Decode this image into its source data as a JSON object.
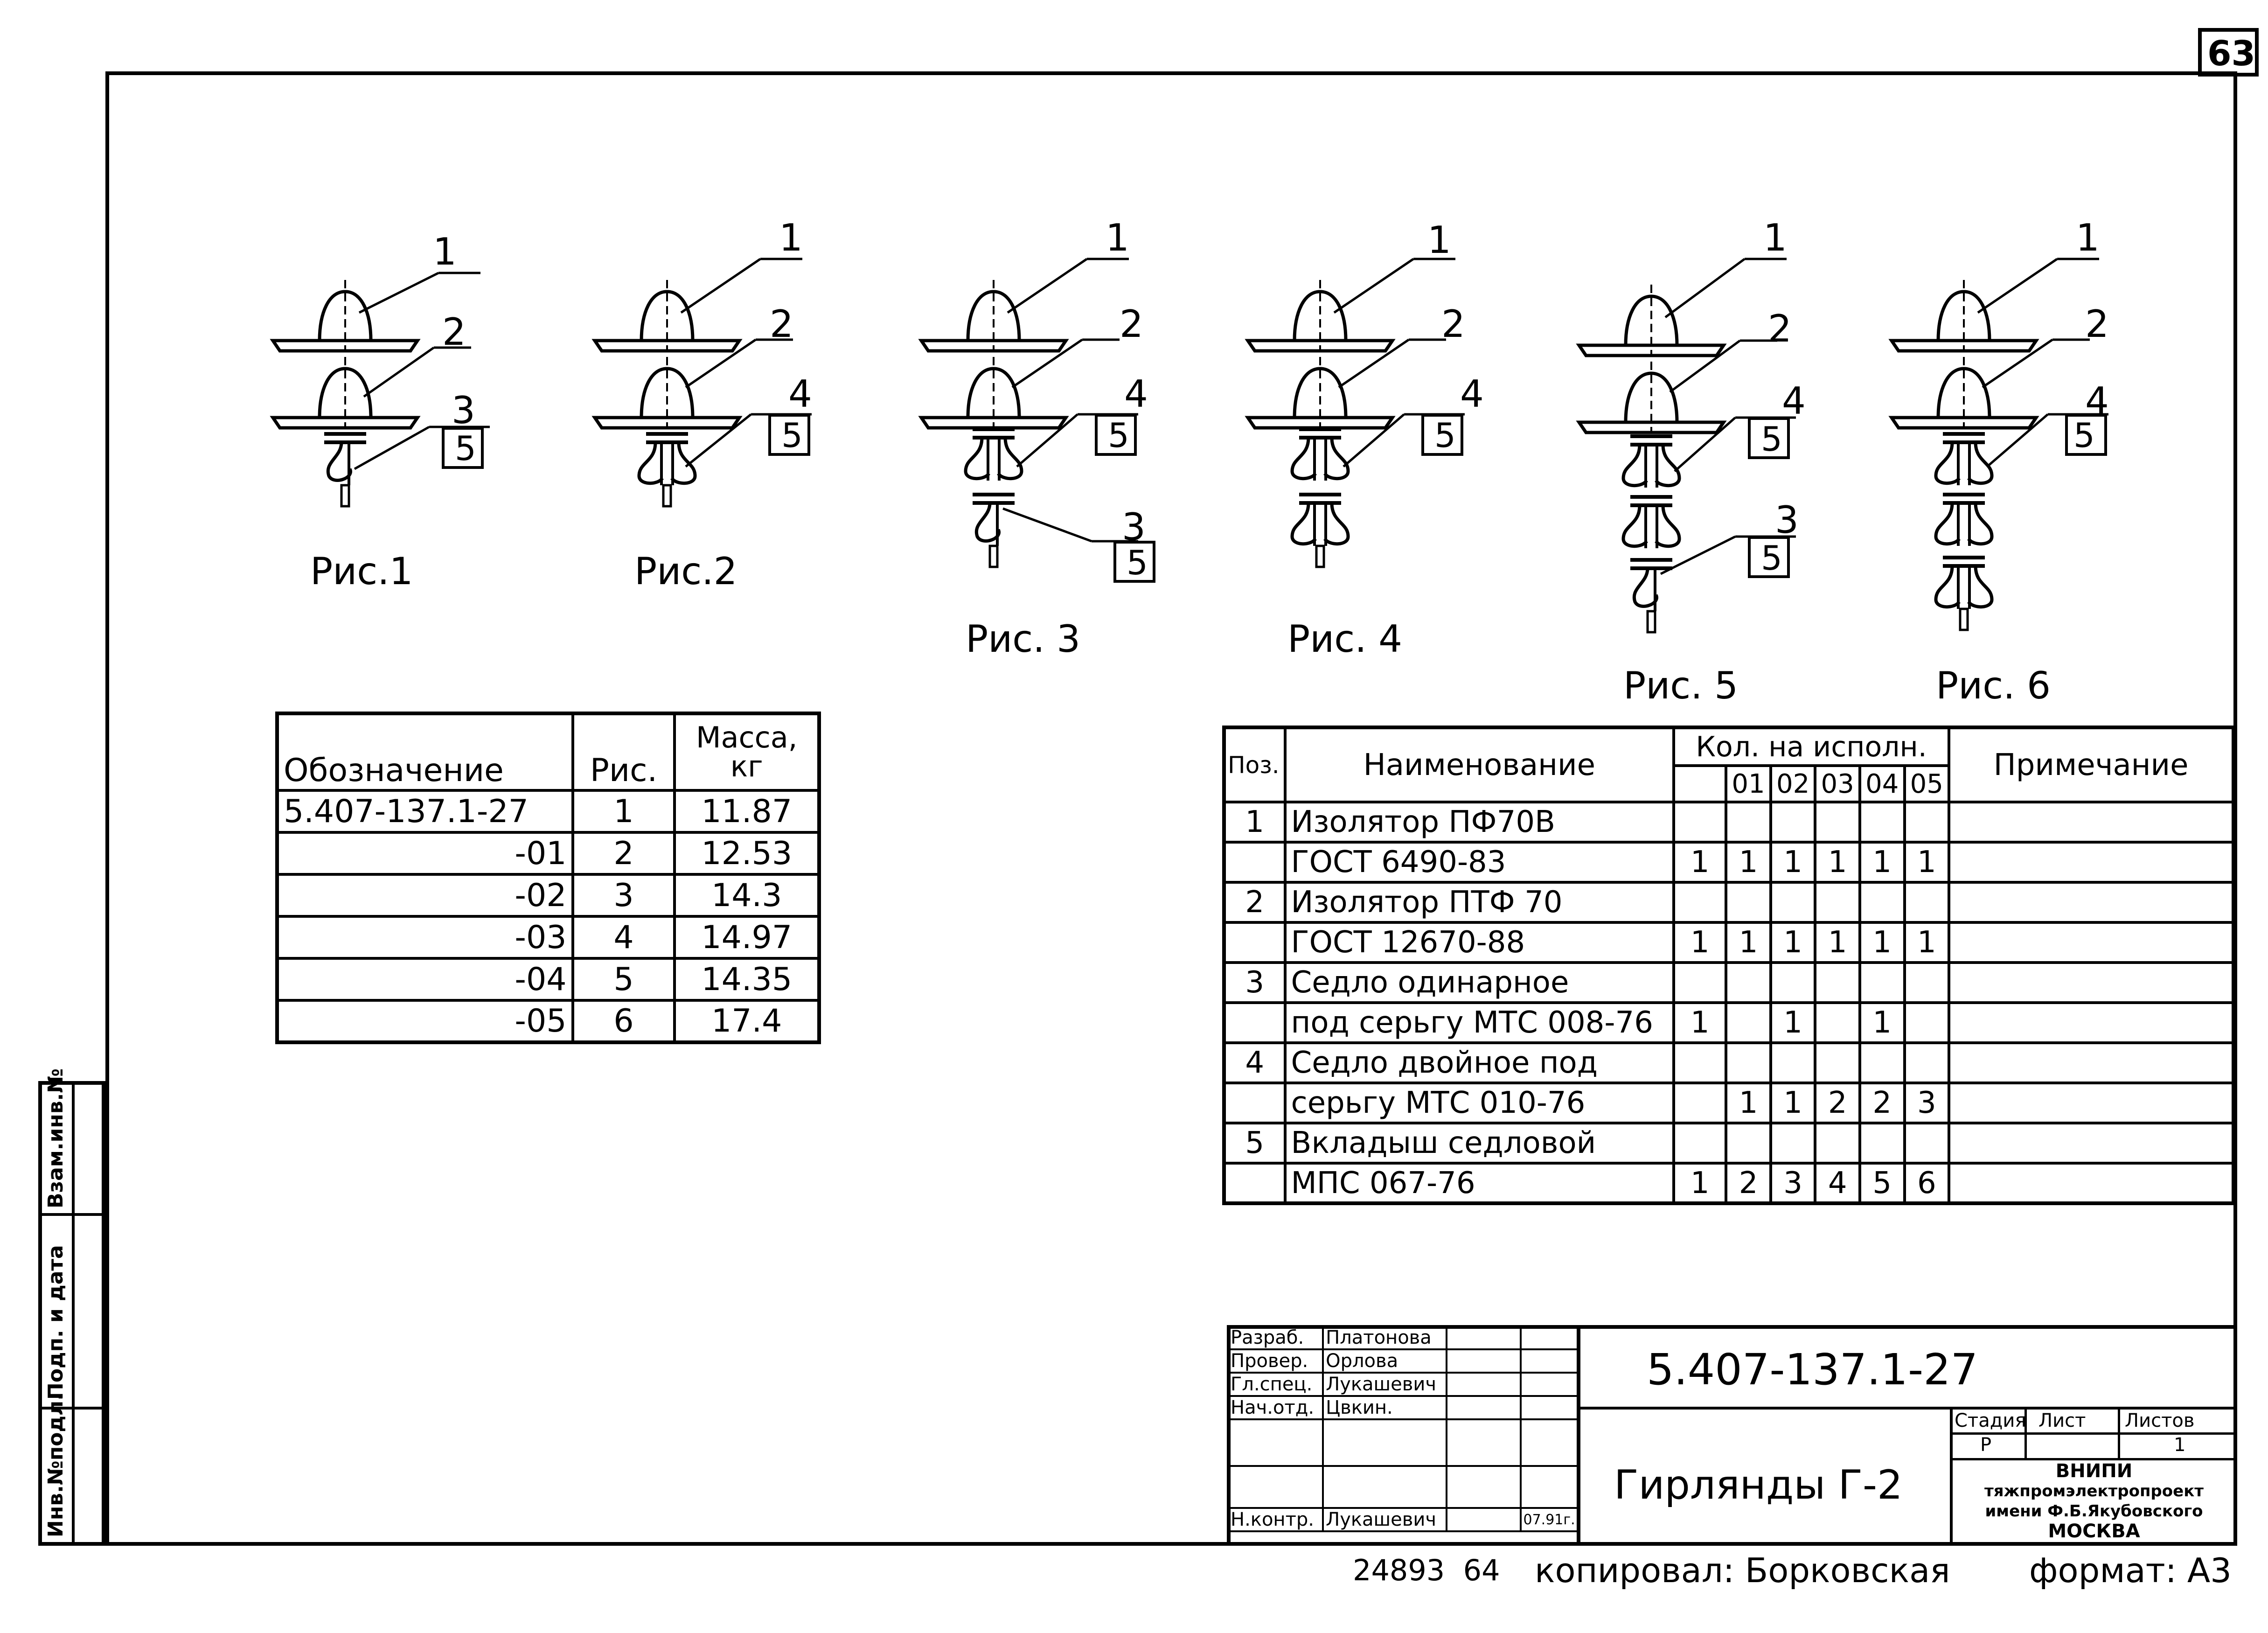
{
  "sheet": {
    "page_number": "63",
    "bottom_numbers": "24893  64",
    "copied_by": "копировал: Борковская",
    "format": "формат: А3"
  },
  "side_stamp": {
    "cells": [
      "Инв.№подл.",
      "Подп. и дата",
      "Взам.инв.№"
    ]
  },
  "figures": [
    {
      "caption": "Рис.1",
      "labels": [
        "1",
        "2",
        "3",
        "5"
      ]
    },
    {
      "caption": "Рис.2",
      "labels": [
        "1",
        "2",
        "4",
        "5"
      ]
    },
    {
      "caption": "Рис. 3",
      "labels": [
        "1",
        "2",
        "4",
        "5",
        "3",
        "5"
      ]
    },
    {
      "caption": "Рис. 4",
      "labels": [
        "1",
        "2",
        "4",
        "5"
      ]
    },
    {
      "caption": "Рис. 5",
      "labels": [
        "1",
        "2",
        "4",
        "5",
        "3",
        "5"
      ]
    },
    {
      "caption": "Рис. 6",
      "labels": [
        "1",
        "2",
        "4",
        "5"
      ]
    }
  ],
  "mass_table": {
    "headers": [
      "Обозначение",
      "Рис.",
      "Масса, кг"
    ],
    "rows": [
      [
        "5.407-137.1-27",
        "1",
        "11.87"
      ],
      [
        "-01",
        "2",
        "12.53"
      ],
      [
        "-02",
        "3",
        "14.3"
      ],
      [
        "-03",
        "4",
        "14.97"
      ],
      [
        "-04",
        "5",
        "14.35"
      ],
      [
        "-05",
        "6",
        "17.4"
      ]
    ]
  },
  "spec_table": {
    "headers": {
      "pos": "Поз.",
      "name": "Наименование",
      "qty": "Кол. на исполн.",
      "note": "Примечание",
      "variants": [
        "",
        "01",
        "02",
        "03",
        "04",
        "05"
      ]
    },
    "rows": [
      {
        "pos": "1",
        "name": "Изолятор ПФ70В",
        "q": [
          "",
          "",
          "",
          "",
          "",
          ""
        ]
      },
      {
        "pos": "",
        "name": "ГОСТ 6490-83",
        "q": [
          "1",
          "1",
          "1",
          "1",
          "1",
          "1"
        ]
      },
      {
        "pos": "2",
        "name": "Изолятор ПТФ 70",
        "q": [
          "",
          "",
          "",
          "",
          "",
          ""
        ]
      },
      {
        "pos": "",
        "name": "ГОСТ 12670-88",
        "q": [
          "1",
          "1",
          "1",
          "1",
          "1",
          "1"
        ]
      },
      {
        "pos": "3",
        "name": "Седло одинарное",
        "q": [
          "",
          "",
          "",
          "",
          "",
          ""
        ]
      },
      {
        "pos": "",
        "name": "под серьгу МТС 008-76",
        "q": [
          "1",
          "",
          "1",
          "",
          "1",
          ""
        ]
      },
      {
        "pos": "4",
        "name": "Седло двойное под",
        "q": [
          "",
          "",
          "",
          "",
          "",
          ""
        ]
      },
      {
        "pos": "",
        "name": "серьгу МТС 010-76",
        "q": [
          "",
          "1",
          "1",
          "2",
          "2",
          "3"
        ]
      },
      {
        "pos": "5",
        "name": "Вкладыш седловой",
        "q": [
          "",
          "",
          "",
          "",
          "",
          ""
        ]
      },
      {
        "pos": "",
        "name": "МПС 067-76",
        "q": [
          "1",
          "2",
          "3",
          "4",
          "5",
          "6"
        ]
      }
    ]
  },
  "title_block": {
    "roles": [
      {
        "role": "Разраб.",
        "name": "Платонова",
        "date": ""
      },
      {
        "role": "Провер.",
        "name": "Орлова",
        "date": ""
      },
      {
        "role": "Гл.спец.",
        "name": "Лукашевич",
        "date": ""
      },
      {
        "role": "Нач.отд.",
        "name": "Цвкин.",
        "date": ""
      },
      {
        "role": "",
        "name": "",
        "date": ""
      },
      {
        "role": "",
        "name": "",
        "date": ""
      },
      {
        "role": "Н.контр.",
        "name": "Лукашевич",
        "date": "07.91г."
      }
    ],
    "designation": "5.407-137.1-27",
    "title": "Гирлянды Г-2",
    "stage_label": "Стадия",
    "sheet_label": "Лист",
    "sheets_label": "Листов",
    "stage": "Р",
    "sheet": "",
    "sheets": "1",
    "org": [
      "ВНИПИ",
      "тяжпромэлектропроект",
      "имени Ф.Б.Якубовского",
      "МОСКВА"
    ]
  }
}
